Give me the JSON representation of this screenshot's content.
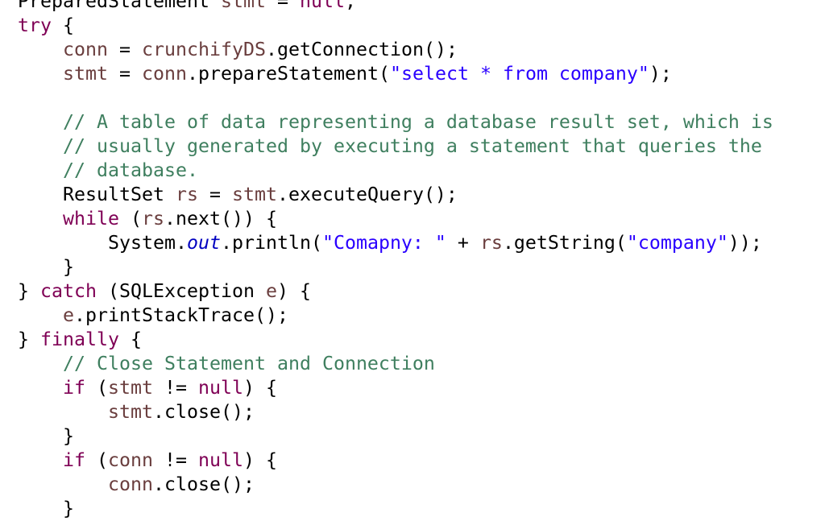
{
  "editor": {
    "colors": {
      "keyword": "#7f0055",
      "variable": "#6a3e3e",
      "string": "#2a00ff",
      "comment": "#3f7f5f",
      "field": "#0000c0"
    },
    "lines": [
      [
        [
          "PreparedStatement ",
          "p"
        ],
        [
          "stmt",
          "v"
        ],
        [
          " = ",
          "p"
        ],
        [
          "null",
          "k"
        ],
        [
          ";",
          "p"
        ]
      ],
      [
        [
          "try",
          "k"
        ],
        [
          " {",
          "p"
        ]
      ],
      [
        [
          "    ",
          "p"
        ],
        [
          "conn",
          "v"
        ],
        [
          " = ",
          "p"
        ],
        [
          "crunchifyDS",
          "v"
        ],
        [
          ".getConnection();",
          "p"
        ]
      ],
      [
        [
          "    ",
          "p"
        ],
        [
          "stmt",
          "v"
        ],
        [
          " = ",
          "p"
        ],
        [
          "conn",
          "v"
        ],
        [
          ".prepareStatement(",
          "p"
        ],
        [
          "\"select * from company\"",
          "s"
        ],
        [
          ");",
          "p"
        ]
      ],
      [],
      [
        [
          "    ",
          "p"
        ],
        [
          "// A table of data representing a database result set, which is",
          "c"
        ]
      ],
      [
        [
          "    ",
          "p"
        ],
        [
          "// usually generated by executing a statement that queries the",
          "c"
        ]
      ],
      [
        [
          "    ",
          "p"
        ],
        [
          "// database.",
          "c"
        ]
      ],
      [
        [
          "    ResultSet ",
          "p"
        ],
        [
          "rs",
          "v"
        ],
        [
          " = ",
          "p"
        ],
        [
          "stmt",
          "v"
        ],
        [
          ".executeQuery();",
          "p"
        ]
      ],
      [
        [
          "    ",
          "p"
        ],
        [
          "while",
          "k"
        ],
        [
          " (",
          "p"
        ],
        [
          "rs",
          "v"
        ],
        [
          ".next()) {",
          "p"
        ]
      ],
      [
        [
          "        System.",
          "p"
        ],
        [
          "out",
          "f"
        ],
        [
          ".println(",
          "p"
        ],
        [
          "\"Comapny: \"",
          "s"
        ],
        [
          " + ",
          "p"
        ],
        [
          "rs",
          "v"
        ],
        [
          ".getString(",
          "p"
        ],
        [
          "\"company\"",
          "s"
        ],
        [
          "));",
          "p"
        ]
      ],
      [
        [
          "    }",
          "p"
        ]
      ],
      [
        [
          "} ",
          "p"
        ],
        [
          "catch",
          "k"
        ],
        [
          " (SQLException ",
          "p"
        ],
        [
          "e",
          "v"
        ],
        [
          ") {",
          "p"
        ]
      ],
      [
        [
          "    ",
          "p"
        ],
        [
          "e",
          "v"
        ],
        [
          ".printStackTrace();",
          "p"
        ]
      ],
      [
        [
          "} ",
          "p"
        ],
        [
          "finally",
          "k"
        ],
        [
          " {",
          "p"
        ]
      ],
      [
        [
          "    ",
          "p"
        ],
        [
          "// Close Statement and Connection",
          "c"
        ]
      ],
      [
        [
          "    ",
          "p"
        ],
        [
          "if",
          "k"
        ],
        [
          " (",
          "p"
        ],
        [
          "stmt",
          "v"
        ],
        [
          " != ",
          "p"
        ],
        [
          "null",
          "k"
        ],
        [
          ") {",
          "p"
        ]
      ],
      [
        [
          "        ",
          "p"
        ],
        [
          "stmt",
          "v"
        ],
        [
          ".close();",
          "p"
        ]
      ],
      [
        [
          "    }",
          "p"
        ]
      ],
      [
        [
          "    ",
          "p"
        ],
        [
          "if",
          "k"
        ],
        [
          " (",
          "p"
        ],
        [
          "conn",
          "v"
        ],
        [
          " != ",
          "p"
        ],
        [
          "null",
          "k"
        ],
        [
          ") {",
          "p"
        ]
      ],
      [
        [
          "        ",
          "p"
        ],
        [
          "conn",
          "v"
        ],
        [
          ".close();",
          "p"
        ]
      ],
      [
        [
          "    }",
          "p"
        ]
      ]
    ]
  }
}
